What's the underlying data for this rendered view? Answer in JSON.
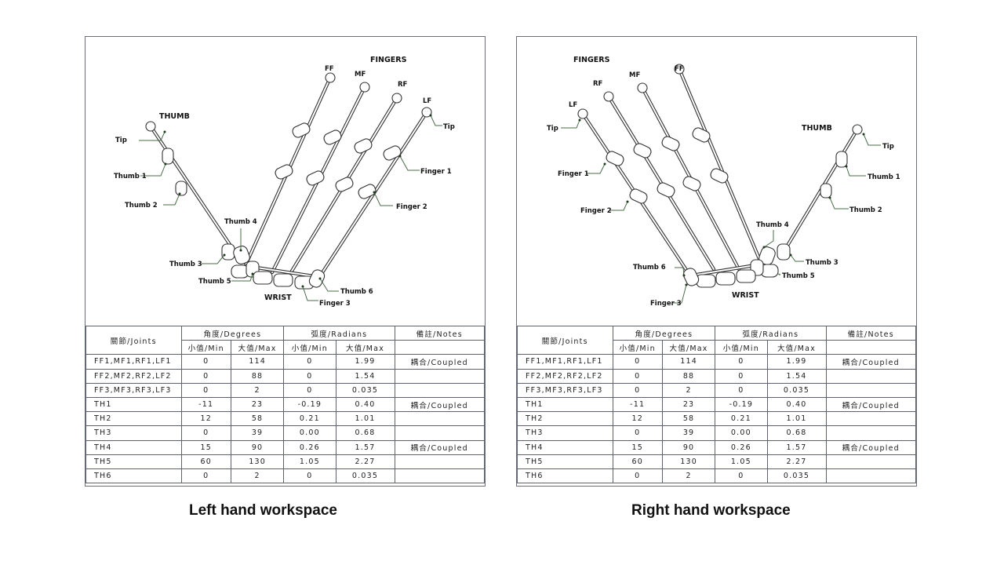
{
  "panels": [
    {
      "side": "left",
      "caption": "Left hand workspace",
      "diagram": {
        "fingers_title": "FINGERS",
        "thumb_title": "THUMB",
        "wrist_label": "WRIST",
        "finger_names": [
          "FF",
          "MF",
          "RF",
          "LF"
        ],
        "callouts": {
          "finger_tip": "Tip",
          "finger1": "Finger 1",
          "finger2": "Finger 2",
          "finger3": "Finger 3",
          "thumb_tip": "Tip",
          "thumb1": "Thumb 1",
          "thumb2": "Thumb 2",
          "thumb3": "Thumb 3",
          "thumb4": "Thumb 4",
          "thumb5": "Thumb 5",
          "thumb6": "Thumb 6"
        }
      }
    },
    {
      "side": "right",
      "caption": "Right hand workspace",
      "diagram": {
        "fingers_title": "FINGERS",
        "thumb_title": "THUMB",
        "wrist_label": "WRIST",
        "finger_names": [
          "FF",
          "MF",
          "RF",
          "LF"
        ],
        "callouts": {
          "finger_tip": "Tip",
          "finger1": "Finger 1",
          "finger2": "Finger 2",
          "finger3": "Finger 3",
          "thumb_tip": "Tip",
          "thumb1": "Thumb 1",
          "thumb2": "Thumb 2",
          "thumb3": "Thumb 3",
          "thumb4": "Thumb 4",
          "thumb5": "Thumb 5",
          "thumb6": "Thumb 6"
        }
      }
    }
  ],
  "table": {
    "headers": {
      "joints": "關節/Joints",
      "degrees": "角度/Degrees",
      "radians": "弧度/Radians",
      "notes": "備註/Notes",
      "min": "小值/Min",
      "max": "大值/Max"
    },
    "rows": [
      {
        "joint": "FF1,MF1,RF1,LF1",
        "deg_min": "0",
        "deg_max": "114",
        "rad_min": "0",
        "rad_max": "1.99",
        "note": "耦合/Coupled"
      },
      {
        "joint": "FF2,MF2,RF2,LF2",
        "deg_min": "0",
        "deg_max": "88",
        "rad_min": "0",
        "rad_max": "1.54",
        "note": ""
      },
      {
        "joint": "FF3,MF3,RF3,LF3",
        "deg_min": "0",
        "deg_max": "2",
        "rad_min": "0",
        "rad_max": "0.035",
        "note": ""
      },
      {
        "joint": "TH1",
        "deg_min": "-11",
        "deg_max": "23",
        "rad_min": "-0.19",
        "rad_max": "0.40",
        "note": "耦合/Coupled"
      },
      {
        "joint": "TH2",
        "deg_min": "12",
        "deg_max": "58",
        "rad_min": "0.21",
        "rad_max": "1.01",
        "note": ""
      },
      {
        "joint": "TH3",
        "deg_min": "0",
        "deg_max": "39",
        "rad_min": "0.00",
        "rad_max": "0.68",
        "note": ""
      },
      {
        "joint": "TH4",
        "deg_min": "15",
        "deg_max": "90",
        "rad_min": "0.26",
        "rad_max": "1.57",
        "note": "耦合/Coupled"
      },
      {
        "joint": "TH5",
        "deg_min": "60",
        "deg_max": "130",
        "rad_min": "1.05",
        "rad_max": "2.27",
        "note": ""
      },
      {
        "joint": "TH6",
        "deg_min": "0",
        "deg_max": "2",
        "rad_min": "0",
        "rad_max": "0.035",
        "note": ""
      }
    ]
  }
}
